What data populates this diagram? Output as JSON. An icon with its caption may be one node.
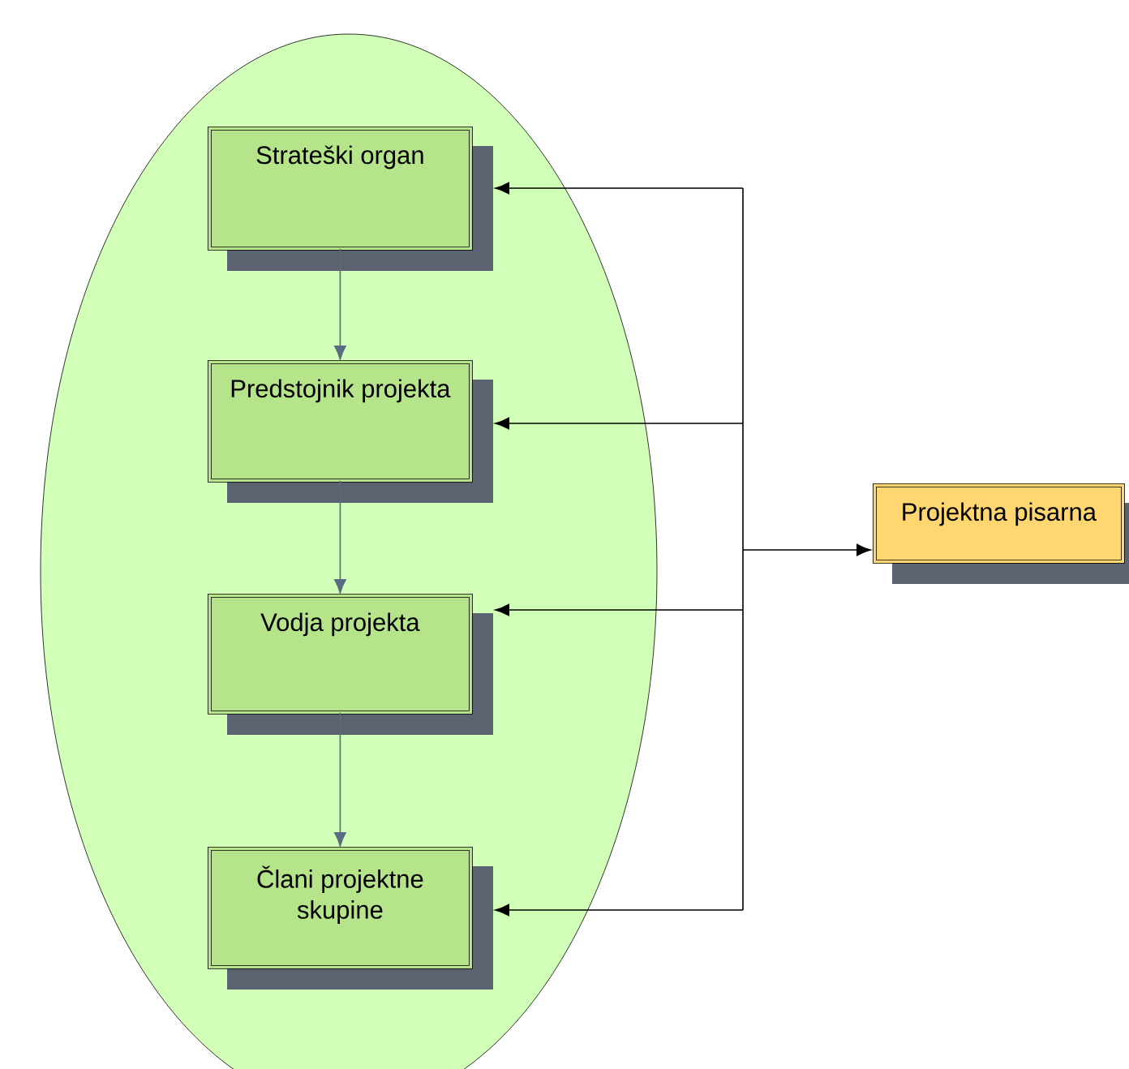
{
  "diagram": {
    "nodes": [
      {
        "text": [],
        "shape": "ellipse"
      },
      {
        "text": [
          "Strateški organ"
        ],
        "in": 0
      },
      {
        "text": [
          "Predstojnik projekta"
        ],
        "in": 0
      },
      {
        "text": [
          "Vodja projekta"
        ],
        "in": 0
      },
      {
        "text": [
          "Člani projektne skupine"
        ],
        "in": 0
      },
      {
        "text": [
          "Projektna pisarna"
        ]
      }
    ],
    "edges": [
      {
        "from": 1,
        "to": 2,
        "arrow": "to",
        "color": "#5b6b82"
      },
      {
        "from": 2,
        "to": 3,
        "arrow": "to",
        "color": "#5b6b82"
      },
      {
        "from": 3,
        "to": 4,
        "arrow": "to",
        "color": "#5b6b82"
      },
      {
        "from": 5,
        "to": 1,
        "arrow": "both"
      },
      {
        "from": 5,
        "to": 2,
        "arrow": "both"
      },
      {
        "from": 5,
        "to": 3,
        "arrow": "both"
      },
      {
        "from": 5,
        "to": 4,
        "arrow": "both"
      }
    ]
  }
}
